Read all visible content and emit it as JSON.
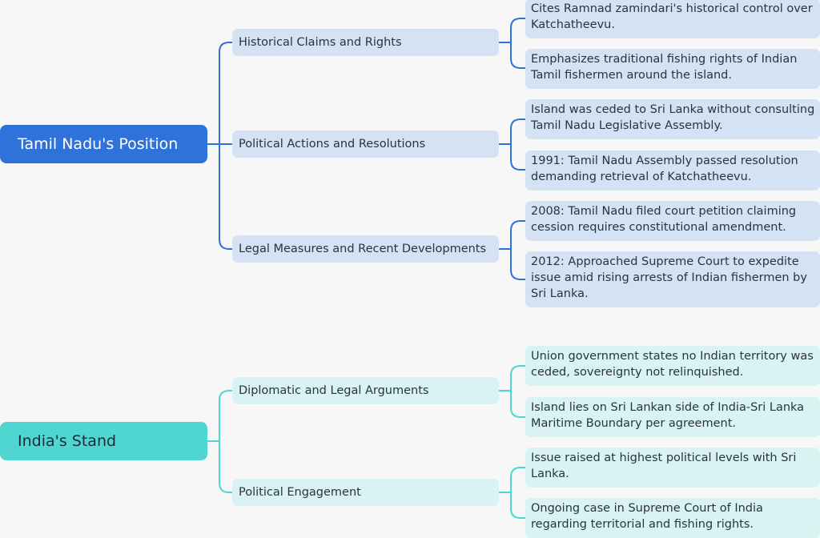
{
  "colors": {
    "blue_root": "#2f72d9",
    "blue_node": "#d4e2f3",
    "blue_line": "#2f72d9",
    "teal_root": "#4fd6d1",
    "teal_node": "#d8f3f1",
    "teal_line": "#4fd6d1"
  },
  "branches": [
    {
      "title": "Tamil Nadu's Position",
      "topics": [
        {
          "label": "Historical Claims and Rights",
          "points": [
            "Cites Ramnad zamindari's historical control over Katchatheevu.",
            "Emphasizes traditional fishing rights of Indian Tamil fishermen around the island."
          ]
        },
        {
          "label": "Political Actions and Resolutions",
          "points": [
            "Island was ceded to Sri Lanka without consulting Tamil Nadu Legislative Assembly.",
            "1991: Tamil Nadu Assembly passed resolution demanding retrieval of Katchatheevu."
          ]
        },
        {
          "label": "Legal Measures and Recent Developments",
          "points": [
            "2008: Tamil Nadu filed court petition claiming cession requires constitutional amendment.",
            "2012: Approached Supreme Court to expedite issue amid rising arrests of Indian fishermen by Sri Lanka."
          ]
        }
      ]
    },
    {
      "title": "India's Stand",
      "topics": [
        {
          "label": "Diplomatic and Legal Arguments",
          "points": [
            "Union government states no Indian territory was ceded, sovereignty not relinquished.",
            "Island lies on Sri Lankan side of India-Sri Lanka Maritime Boundary per agreement."
          ]
        },
        {
          "label": "Political Engagement",
          "points": [
            "Issue raised at highest political levels with Sri Lanka.",
            "Ongoing case in Supreme Court of India regarding territorial and fishing rights."
          ]
        }
      ]
    }
  ]
}
